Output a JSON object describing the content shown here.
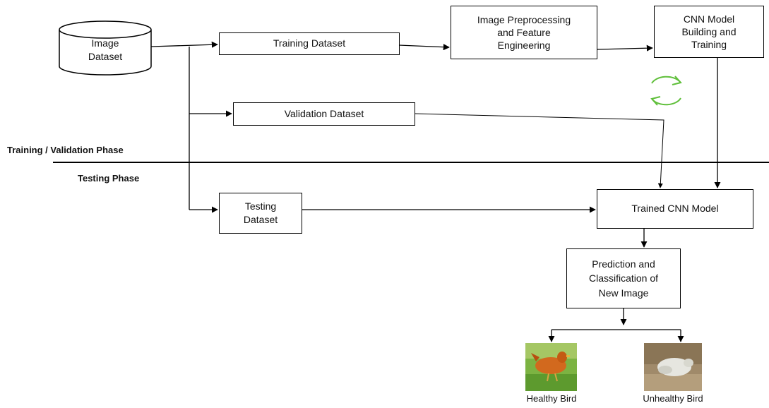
{
  "database": {
    "label": "Image\nDataset"
  },
  "boxes": {
    "training": "Training Dataset",
    "preprocessing": "Image Preprocessing\nand Feature\nEngineering",
    "cnn_building": "CNN Model\nBuilding and\nTraining",
    "validation": "Validation Dataset",
    "testing": "Testing\nDataset",
    "trained_model": "Trained CNN Model",
    "prediction": "Prediction and\nClassification of\nNew Image"
  },
  "phases": {
    "training_validation": "Training / Validation Phase",
    "testing": "Testing Phase"
  },
  "outputs": {
    "healthy": "Healthy Bird",
    "unhealthy": "Unhealthy Bird"
  },
  "colors": {
    "cycle_arrows": "#5fbf3a"
  },
  "icons": {
    "cycle": "refresh-cycle-icon"
  }
}
